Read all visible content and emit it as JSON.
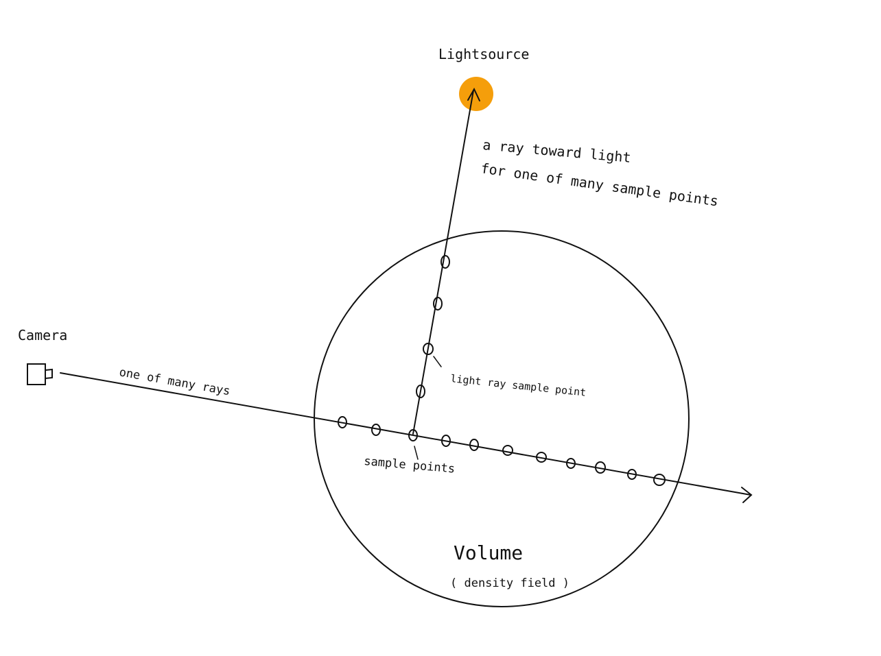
{
  "labels": {
    "lightsource": "Lightsource",
    "light_ray_line1": "a ray toward light",
    "light_ray_line2": "for one of many sample points",
    "camera": "Camera",
    "camera_ray": "one of many rays",
    "light_sample_point": "light ray sample point",
    "sample_points": "sample points",
    "volume": "Volume",
    "density": "( density field )"
  },
  "colors": {
    "light": "#f59e0b",
    "ink": "#111111"
  },
  "icons": {
    "camera": "camera-icon",
    "light": "light-source-icon"
  }
}
